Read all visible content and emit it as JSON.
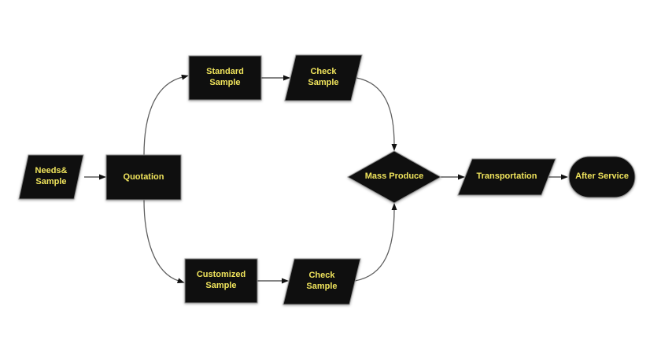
{
  "nodes": [
    {
      "id": "needs-sample",
      "shape": "parallelogram",
      "label": "Needs&\nSample"
    },
    {
      "id": "quotation",
      "shape": "rectangle",
      "label": "Quotation"
    },
    {
      "id": "standard-sample",
      "shape": "rectangle",
      "label": "Standard\nSample"
    },
    {
      "id": "check-sample-top",
      "shape": "parallelogram",
      "label": "Check\nSample"
    },
    {
      "id": "customized-sample",
      "shape": "rectangle",
      "label": "Customized\nSample"
    },
    {
      "id": "check-sample-bottom",
      "shape": "parallelogram",
      "label": "Check\nSample"
    },
    {
      "id": "mass-produce",
      "shape": "diamond",
      "label": "Mass Produce"
    },
    {
      "id": "transportation",
      "shape": "parallelogram",
      "label": "Transportation"
    },
    {
      "id": "after-service",
      "shape": "terminator",
      "label": "After Service"
    }
  ],
  "edges": [
    {
      "from": "needs-sample",
      "to": "quotation"
    },
    {
      "from": "quotation",
      "to": "standard-sample"
    },
    {
      "from": "quotation",
      "to": "customized-sample"
    },
    {
      "from": "standard-sample",
      "to": "check-sample-top"
    },
    {
      "from": "customized-sample",
      "to": "check-sample-bottom"
    },
    {
      "from": "check-sample-top",
      "to": "mass-produce"
    },
    {
      "from": "check-sample-bottom",
      "to": "mass-produce"
    },
    {
      "from": "mass-produce",
      "to": "transportation"
    },
    {
      "from": "transportation",
      "to": "after-service"
    }
  ],
  "colors": {
    "background": "#ffffff",
    "node_fill": "#0f0f0f",
    "node_border": "#8f8f8f",
    "label_text": "#f0e45c",
    "connector": "#5f5f5f",
    "arrowhead": "#111111"
  }
}
